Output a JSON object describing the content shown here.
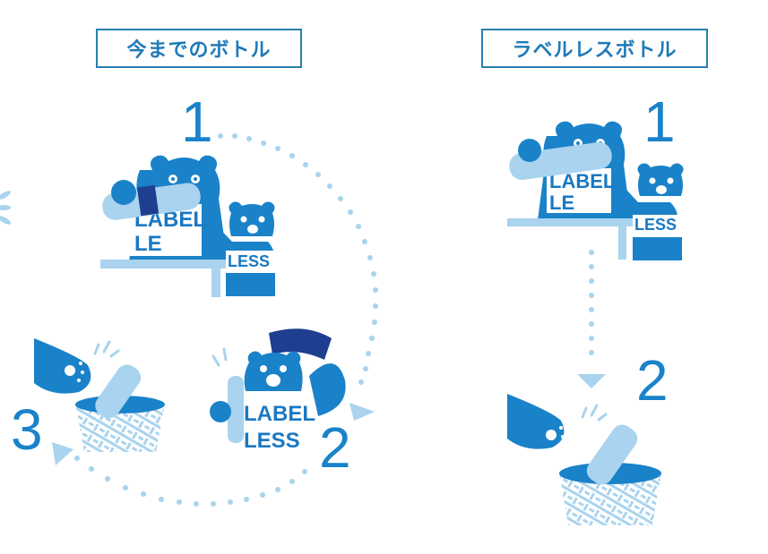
{
  "left_panel": {
    "title": "今までのボトル",
    "steps": [
      {
        "number": "1",
        "scene": "bear-removes-label-from-bottle"
      },
      {
        "number": "2",
        "scene": "bear-holds-bottle-with-removed-label"
      },
      {
        "number": "3",
        "scene": "bottle-tossed-into-recycle-basket"
      }
    ],
    "flow": "circular"
  },
  "right_panel": {
    "title": "ラベルレスボトル",
    "steps": [
      {
        "number": "1",
        "scene": "bear-hands-labelless-bottle"
      },
      {
        "number": "2",
        "scene": "bottle-tossed-into-recycle-basket"
      }
    ],
    "flow": "linear-down"
  },
  "shirt_text": {
    "line1": "LABEL",
    "line2": "LESS"
  },
  "colors": {
    "primary_blue": "#1a82c9",
    "dark_blue": "#1e3f8f",
    "light_blue": "#a9d3ee",
    "title_border": "#2a7fb0"
  }
}
